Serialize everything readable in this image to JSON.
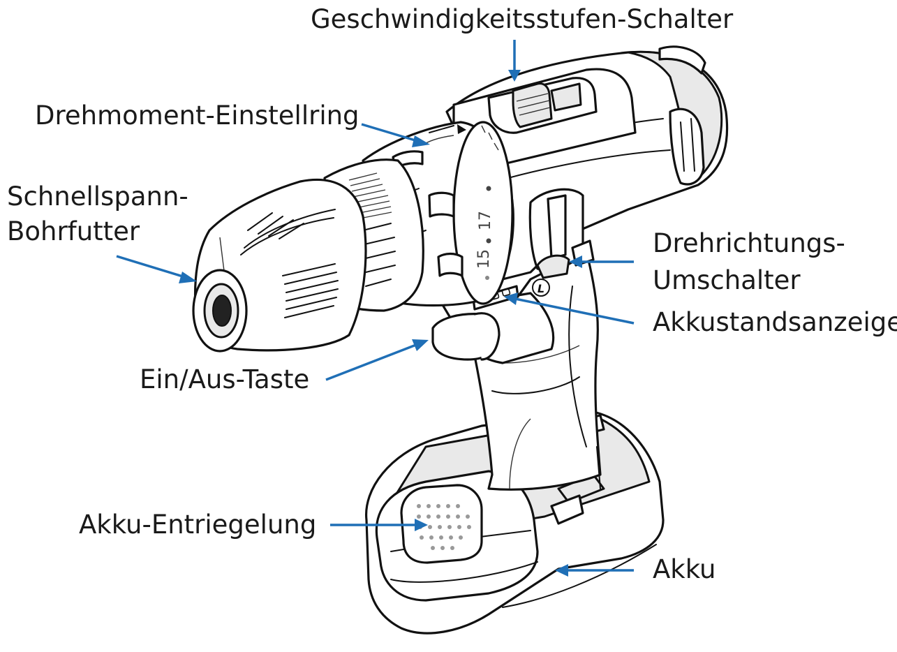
{
  "labels": {
    "speed_switch": "Geschwindigkeitsstufen-Schalter",
    "torque_ring": "Drehmoment-Einstellring",
    "chuck_line1": "Schnellspann-",
    "chuck_line2": "Bohrfutter",
    "direction_line1": "Drehrichtungs-",
    "direction_line2": "Umschalter",
    "battery_indicator": "Akkustandsanzeige",
    "power_button": "Ein/Aus-Taste",
    "battery_release": "Akku-Entriegelung",
    "battery": "Akku"
  },
  "ring_markings": {
    "num_15": "15",
    "num_17": "17"
  },
  "direction_marking": "L",
  "arrow_color": "#1f6fb6"
}
